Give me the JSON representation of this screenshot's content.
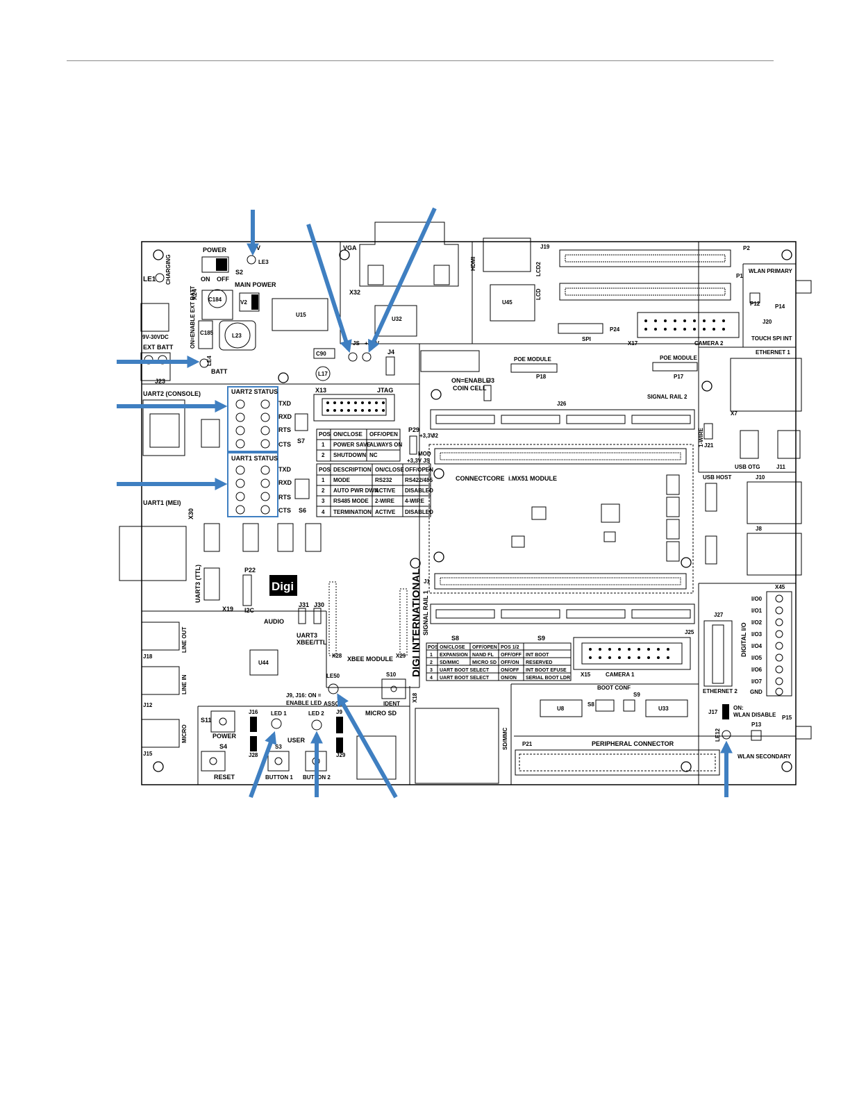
{
  "colors": {
    "arrow": "#3f7fc1",
    "status_box": "#3f7fc1",
    "line": "#000000",
    "rule": "#8a8a8a"
  },
  "board": {
    "power": "POWER",
    "v9": "9V",
    "on": "ON",
    "off": "OFF",
    "main_power": "MAIN POWER",
    "charging": "CHARGING",
    "vin": "9V-30VDC",
    "ext_batt": "EXT BATT",
    "on_enable_ext_batt": "ON=ENABLE EXT BATT",
    "batt": "BATT",
    "vga": "VGA",
    "hdmi": "HDMI",
    "lcd2": "LCD2",
    "lcd": "LCD",
    "wlan_primary": "WLAN PRIMARY",
    "touch_spi_int": "TOUCH SPI INT",
    "spi": "SPI",
    "camera2": "CAMERA 2",
    "ethernet1": "ETHERNET 1",
    "poe_module_a": "POE MODULE",
    "poe_module_b": "POE MODULE",
    "jtag": "JTAG",
    "on_enable_coin": "ON=ENABLE",
    "coin_cell": "COIN CELL",
    "signal_rail2": "SIGNAL RAIL 2",
    "uart2_console": "UART2 (CONSOLE)",
    "uart2_status": "UART2 STATUS",
    "uart1_status": "UART1 STATUS",
    "uart1_mei": "UART1 (MEI)",
    "uart3_ttl": "UART3 (TTL)",
    "i2c": "I2C",
    "txd": "TXD",
    "rxd": "RXD",
    "rts": "RTS",
    "cts": "CTS",
    "connectcore": "CONNECTCORE",
    "module_name": "i.MX51 MODULE",
    "usb_otg": "USB OTG",
    "usb_host": "USB HOST",
    "one_wire": "1-WIRE",
    "digi_international": "DIGI INTERNATIONAL",
    "signal_rail1": "SIGNAL RAIL 1",
    "digi_logo": "Digi",
    "audio": "AUDIO",
    "line_out": "LINE OUT",
    "line_in": "LINE IN",
    "micro": "MICRO",
    "uart3": "UART3",
    "xbee_ttl": "XBEE/TTL",
    "xbee_module": "XBEE MODULE",
    "j9j16": "J9, J16: ON =",
    "enable_led": "ENABLE LED",
    "led1": "LED 1",
    "led2": "LED 2",
    "user": "USER",
    "button1": "BUTTON 1",
    "button2": "BUTTON 2",
    "power_btn": "POWER",
    "reset": "RESET",
    "micro_sd": "MICRO SD",
    "sd_mmc": "SD/MMC",
    "ident": "IDENT",
    "assoc": "ASSOC",
    "camera1": "CAMERA 1",
    "boot_conf": "BOOT CONF",
    "peripheral_connector": "PERIPHERAL CONNECTOR",
    "wlan_secondary": "WLAN SECONDARY",
    "wlan_disable_on": "ON:",
    "wlan_disable": "WLAN DISABLE",
    "ethernet2": "ETHERNET 2",
    "digital_io": "DIGITAL I/O",
    "io_labels": [
      "I/O0",
      "I/O1",
      "I/O2",
      "I/O3",
      "I/O4",
      "I/O5",
      "I/O6",
      "I/O7",
      "GND"
    ],
    "volt_3v3": "+3,3V",
    "volt_3v3_js": "+3,3V JS"
  },
  "designators": {
    "s2": "S2",
    "x24": "X24",
    "le1": "LE1",
    "le3": "LE3",
    "le4": "LE4",
    "j23": "J23",
    "x32": "X32",
    "x13": "X13",
    "j4": "J4",
    "j3": "J3",
    "j19": "J19",
    "p2": "P2",
    "p1": "P1",
    "p12": "P12",
    "p14": "P14",
    "j20": "J20",
    "p24": "P24",
    "x17": "X17",
    "p18": "P18",
    "p17": "P17",
    "j26": "J26",
    "x7": "X7",
    "p29": "P29",
    "j2": "J2",
    "s7": "S7",
    "s6": "S6",
    "j21": "J21",
    "j11": "J11",
    "j10": "J10",
    "j8": "J8",
    "x30": "X30",
    "x19": "X19",
    "p22": "P22",
    "j31": "J31",
    "j30": "J30",
    "x28": "X28",
    "x29": "X29",
    "j1": "J1",
    "x45": "X45",
    "j27": "J27",
    "j25": "J25",
    "x15": "X15",
    "s8": "S8",
    "s9": "S9",
    "s10": "S10",
    "le50": "LE50",
    "x18": "X18",
    "j18": "J18",
    "j12": "J12",
    "j15": "J15",
    "s11": "S11",
    "s4": "S4",
    "s3": "S3",
    "j16": "J16",
    "j28": "J28",
    "j9": "J9",
    "j29": "J29",
    "p21": "P21",
    "j17": "J17",
    "le12": "LE12",
    "p13": "P13",
    "p15": "P15",
    "js": "JS",
    "mod": "MOD",
    "u45": "U45",
    "u32": "U32",
    "u15": "U15",
    "l23": "L23",
    "l17": "L17",
    "u44": "U44",
    "u8": "U8",
    "u33": "U33"
  },
  "table_s7": {
    "headers": [
      "POS",
      "ON/CLOSE",
      "OFF/OPEN"
    ],
    "rows": [
      [
        "1",
        "POWER SAVE",
        "ALWAYS ON"
      ],
      [
        "2",
        "SHUTDOWN",
        "NC"
      ]
    ]
  },
  "table_s6": {
    "headers": [
      "POS",
      "DESCRIPTION",
      "ON/CLOSE",
      "OFF/OPEN"
    ],
    "rows": [
      [
        "1",
        "MODE",
        "RS232",
        "RS422/485"
      ],
      [
        "2",
        "AUTO PWR DWN",
        "ACTIVE",
        "DISABLED"
      ],
      [
        "3",
        "RS485 MODE",
        "2-WIRE",
        "4-WIRE"
      ],
      [
        "4",
        "TERMINATION",
        "ACTIVE",
        "DISABLED"
      ]
    ]
  },
  "table_s8": {
    "headers": [
      "POS",
      "ON/CLOSE",
      "OFF/OPEN"
    ],
    "rows": [
      [
        "1",
        "EXPANSION",
        "NAND FL"
      ],
      [
        "2",
        "SD/MMC",
        "MICRO SD"
      ],
      [
        "3",
        "UART BOOT SELECT",
        ""
      ],
      [
        "4",
        "UART BOOT SELECT",
        ""
      ]
    ]
  },
  "table_s9": {
    "headers": [
      "POS 1/2",
      ""
    ],
    "rows": [
      [
        "OFF/OFF",
        "INT BOOT"
      ],
      [
        "OFF/ON",
        "RESERVED"
      ],
      [
        "ON/OFF",
        "INT BOOT EFUSE"
      ],
      [
        "ON/ON",
        "SERIAL BOOT LDR"
      ]
    ]
  }
}
